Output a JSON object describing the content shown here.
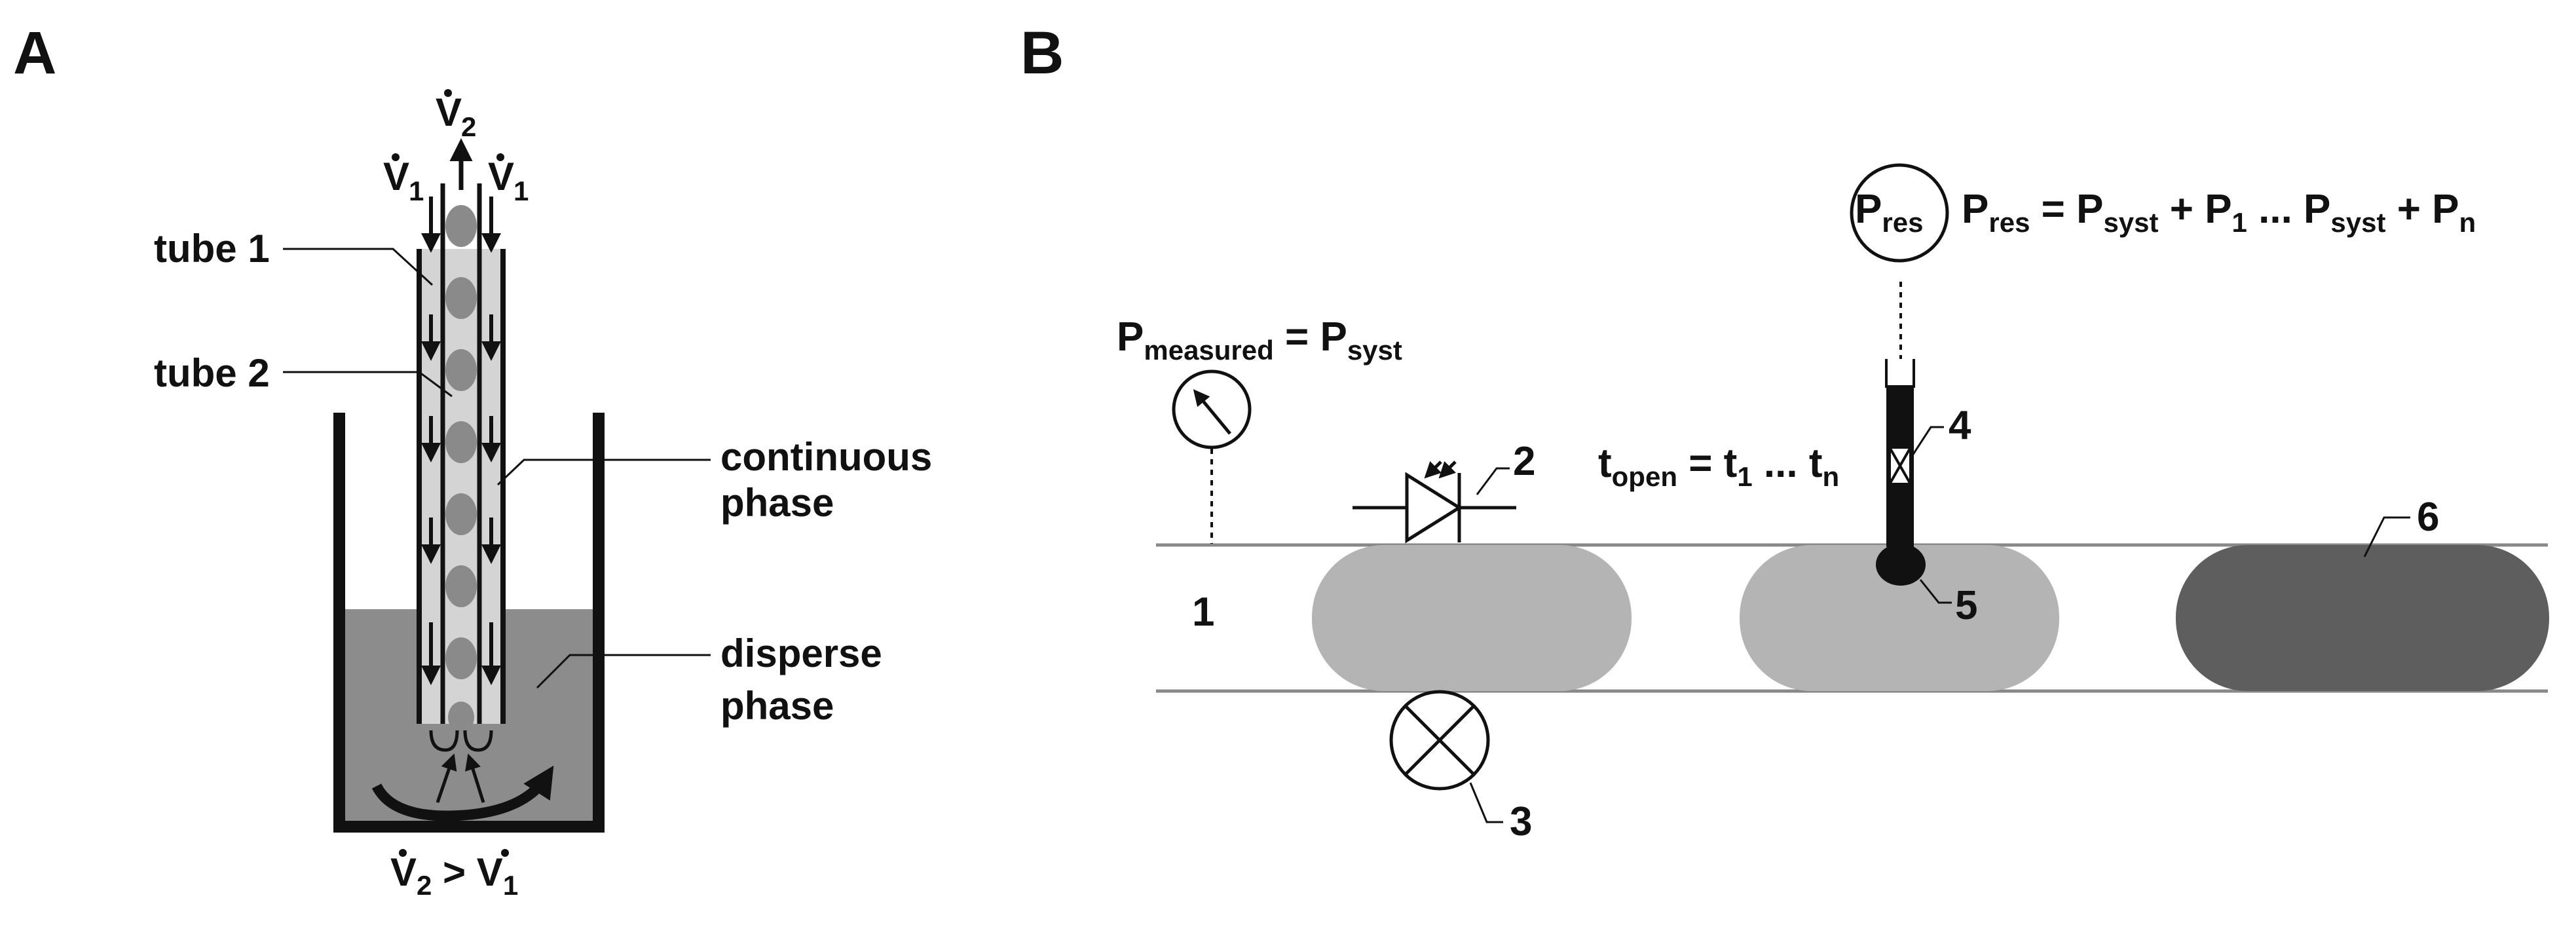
{
  "panel_a": {
    "label": "A",
    "flow_v2": "V",
    "flow_v2_sub": "2",
    "flow_v1_left": "V",
    "flow_v1_left_sub": "1",
    "flow_v1_right": "V",
    "flow_v1_right_sub": "1",
    "tube1": "tube 1",
    "tube2": "tube 2",
    "continuous_line1": "continuous",
    "continuous_line2": "phase",
    "disperse_line1": "disperse",
    "disperse_line2": "phase",
    "condition_left": "V",
    "condition_left_sub": "2",
    "condition_op": " > ",
    "condition_right": "V",
    "condition_right_sub": "1"
  },
  "panel_b": {
    "label": "B",
    "sensor_res": "P",
    "sensor_res_sub": "res",
    "eq_res": {
      "p_res": "P",
      "p_res_sub": "res",
      "eq": " = ",
      "p_syst1": "P",
      "p_syst1_sub": "syst",
      "plus1": " + ",
      "p_1": "P",
      "p_1_sub": "1",
      "dots": " ... ",
      "p_syst2": "P",
      "p_syst2_sub": "syst",
      "plus2": " + ",
      "p_n": "P",
      "p_n_sub": "n"
    },
    "eq_measured": {
      "p": "P",
      "p_sub": "measured",
      "eq": " = ",
      "p_syst": "P",
      "p_syst_sub": "syst"
    },
    "eq_open": {
      "t": "t",
      "t_sub": "open",
      "eq": " = ",
      "t1": "t",
      "t1_sub": "1",
      "dots": " ... ",
      "tn": "t",
      "tn_sub": "n"
    },
    "labels": [
      "1",
      "2",
      "3",
      "4",
      "5",
      "6"
    ]
  },
  "colors": {
    "ink": "#111111",
    "plug_light": "#b4b4b4",
    "plug_dark": "#5e5e5e",
    "disperse_phase": "#8c8c8c",
    "tube_fill": "#d4d4d4",
    "droplet": "#8a8a8a"
  }
}
